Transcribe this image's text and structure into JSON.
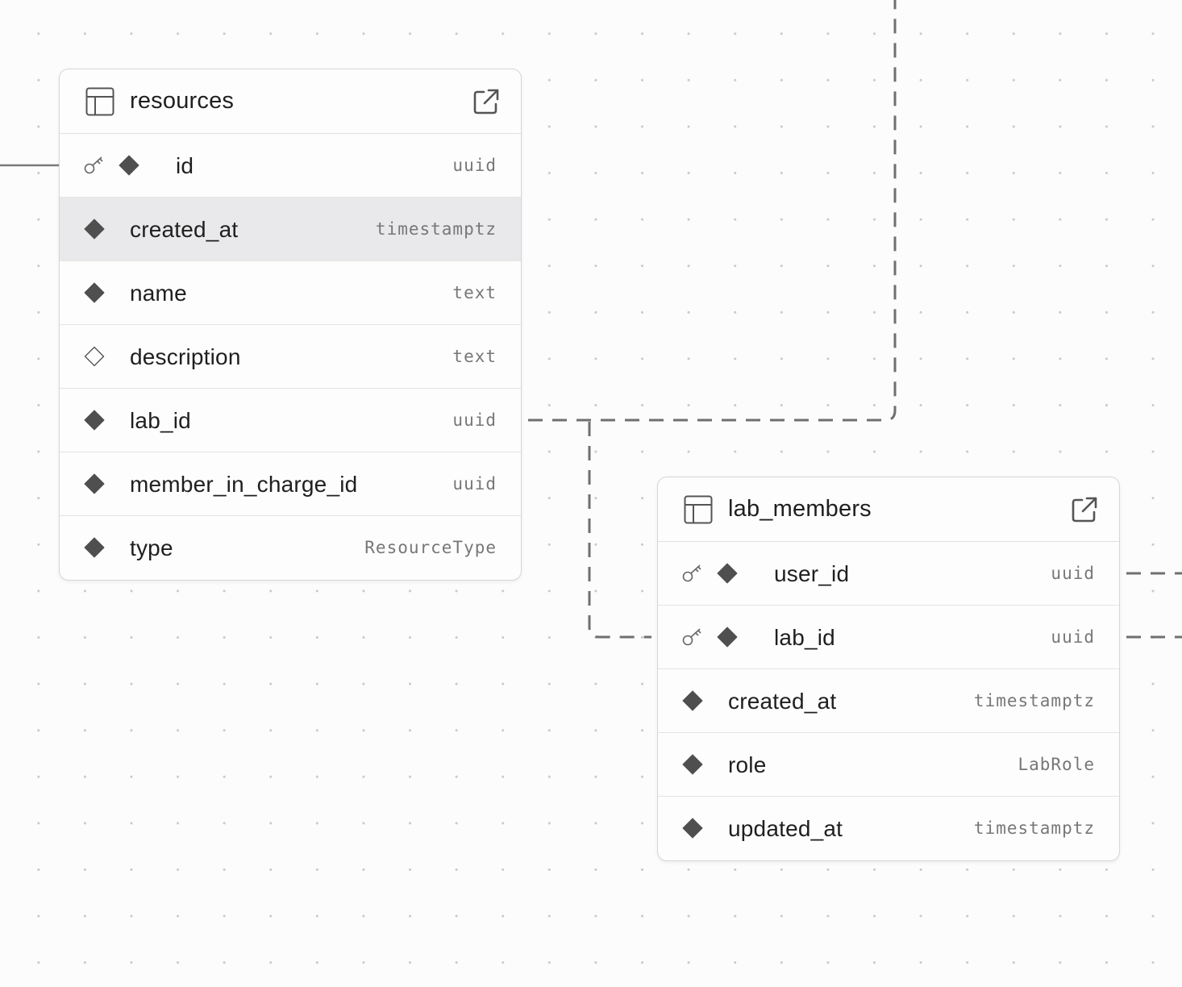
{
  "colors": {
    "background": "#fcfcfc",
    "canvas_dot": "#c9c9c9",
    "connector": "#6f6f6f",
    "diamond_fill": "#4f4f4f",
    "row_highlight": "#e9e9eb",
    "text_primary": "#1f1f1f",
    "text_type": "#777777"
  },
  "icons": {
    "table": "table-grid-icon",
    "external": "external-link-icon",
    "primary_key": "key-icon",
    "not_null_column": "filled-diamond-icon",
    "nullable_column": "outline-diamond-icon"
  },
  "tables": {
    "resources": {
      "name": "resources",
      "columns": [
        {
          "name": "id",
          "type": "uuid",
          "primary_key": true,
          "nullable": false
        },
        {
          "name": "created_at",
          "type": "timestamptz",
          "primary_key": false,
          "nullable": false,
          "highlighted": true
        },
        {
          "name": "name",
          "type": "text",
          "primary_key": false,
          "nullable": false
        },
        {
          "name": "description",
          "type": "text",
          "primary_key": false,
          "nullable": true
        },
        {
          "name": "lab_id",
          "type": "uuid",
          "primary_key": false,
          "nullable": false
        },
        {
          "name": "member_in_charge_id",
          "type": "uuid",
          "primary_key": false,
          "nullable": false
        },
        {
          "name": "type",
          "type": "ResourceType",
          "primary_key": false,
          "nullable": false
        }
      ]
    },
    "lab_members": {
      "name": "lab_members",
      "columns": [
        {
          "name": "user_id",
          "type": "uuid",
          "primary_key": true,
          "nullable": false
        },
        {
          "name": "lab_id",
          "type": "uuid",
          "primary_key": true,
          "nullable": false
        },
        {
          "name": "created_at",
          "type": "timestamptz",
          "primary_key": false,
          "nullable": false
        },
        {
          "name": "role",
          "type": "LabRole",
          "primary_key": false,
          "nullable": false
        },
        {
          "name": "updated_at",
          "type": "timestamptz",
          "primary_key": false,
          "nullable": false
        }
      ]
    }
  }
}
